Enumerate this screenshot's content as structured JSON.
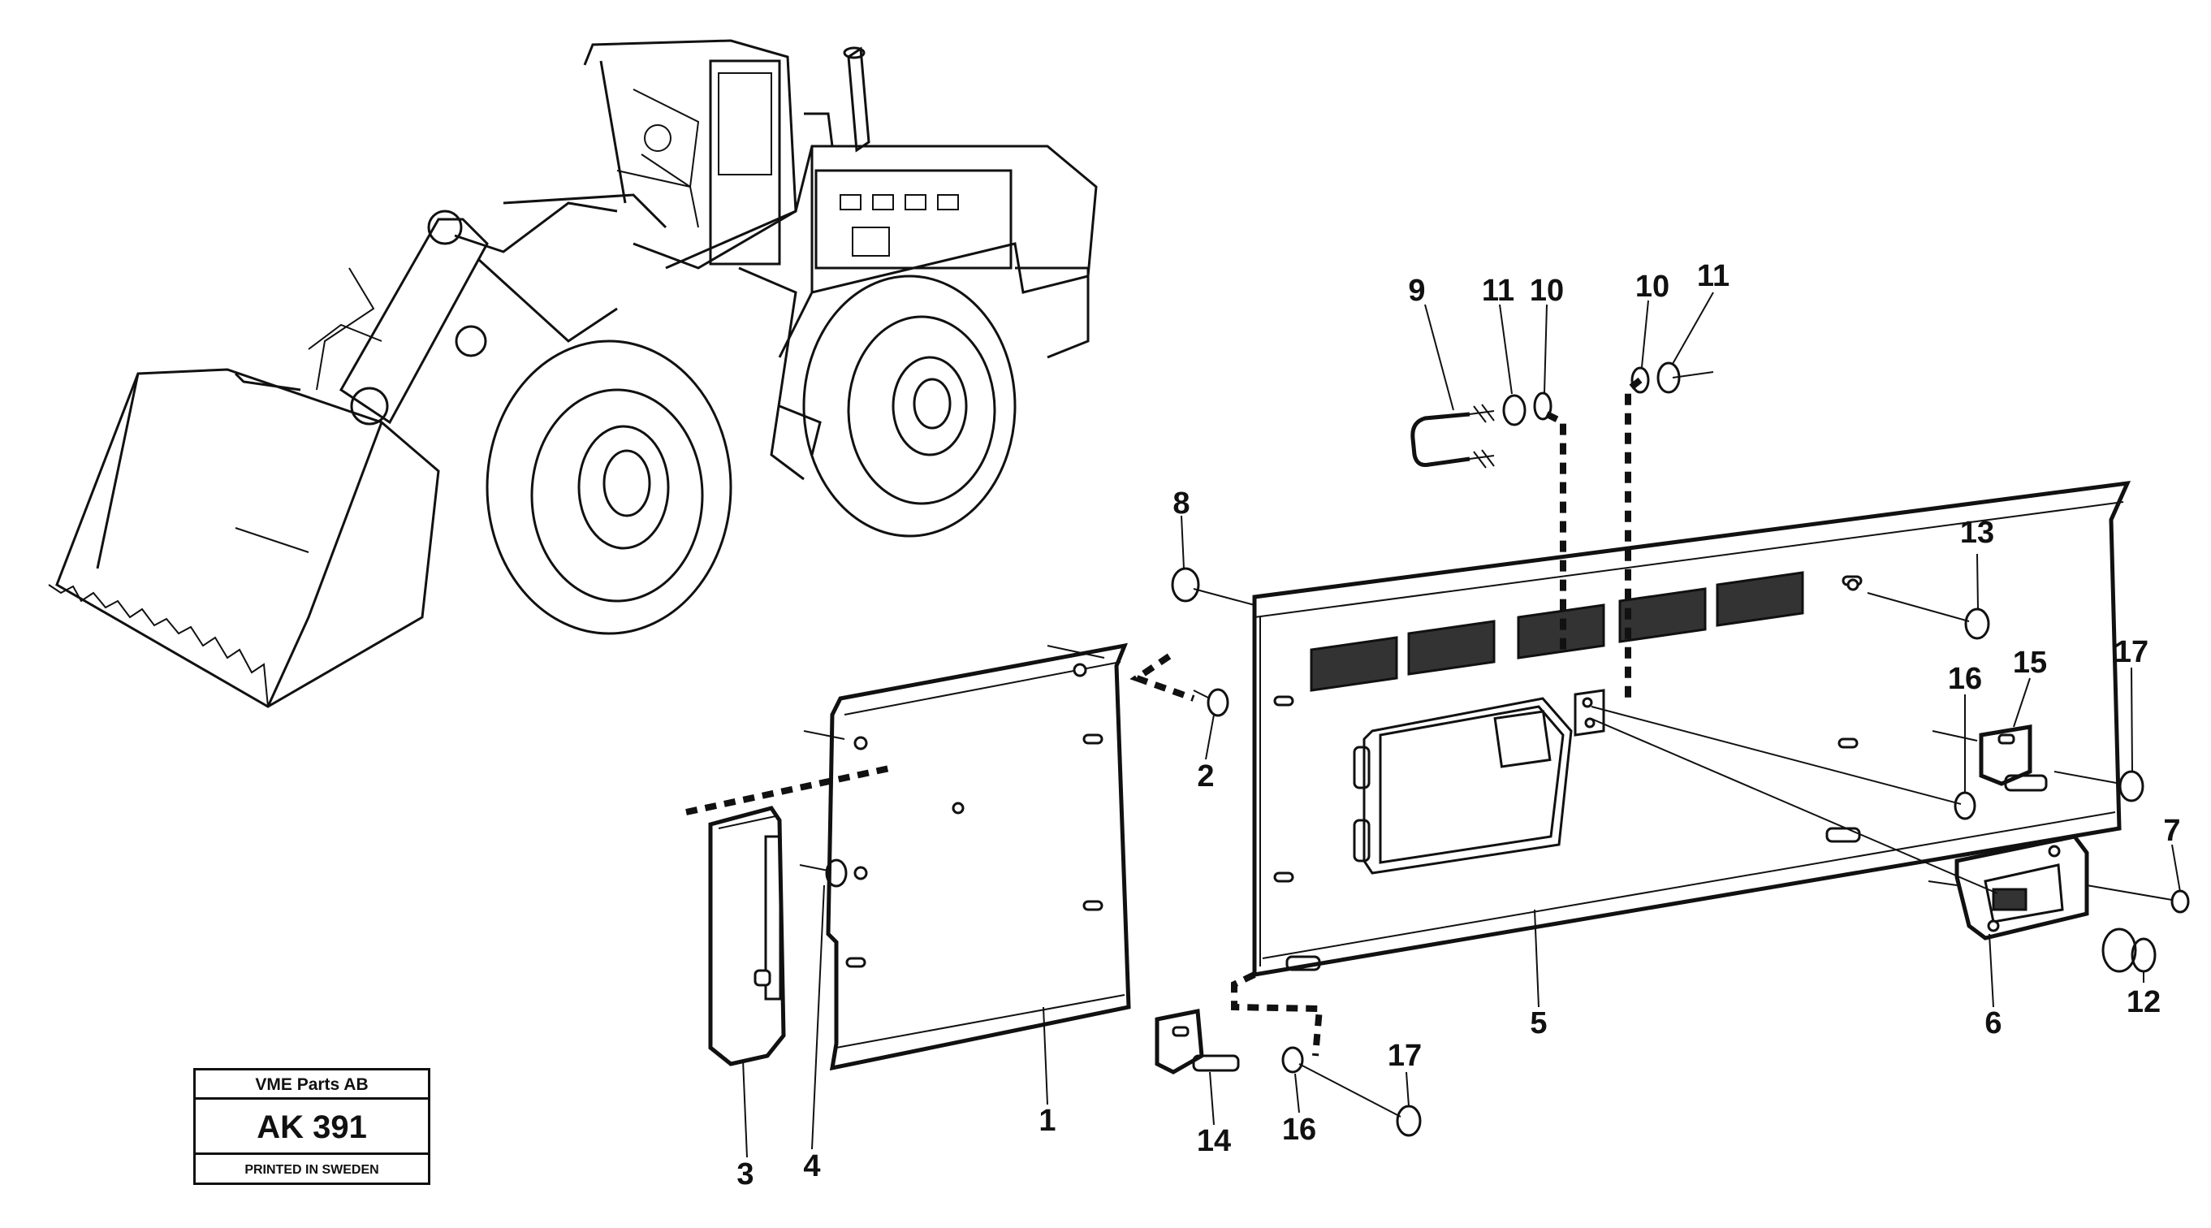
{
  "stamp": {
    "company": "VME Parts AB",
    "code": "AK 391",
    "footer": "PRINTED IN SWEDEN"
  },
  "callouts": {
    "c1": "1",
    "c2": "2",
    "c3": "3",
    "c4": "4",
    "c5": "5",
    "c6": "6",
    "c7": "7",
    "c8": "8",
    "c9": "9",
    "c10a": "10",
    "c10b": "10",
    "c11a": "11",
    "c11b": "11",
    "c12": "12",
    "c13": "13",
    "c14": "14",
    "c15": "15",
    "c16a": "16",
    "c16b": "16",
    "c17a": "17",
    "c17b": "17"
  }
}
